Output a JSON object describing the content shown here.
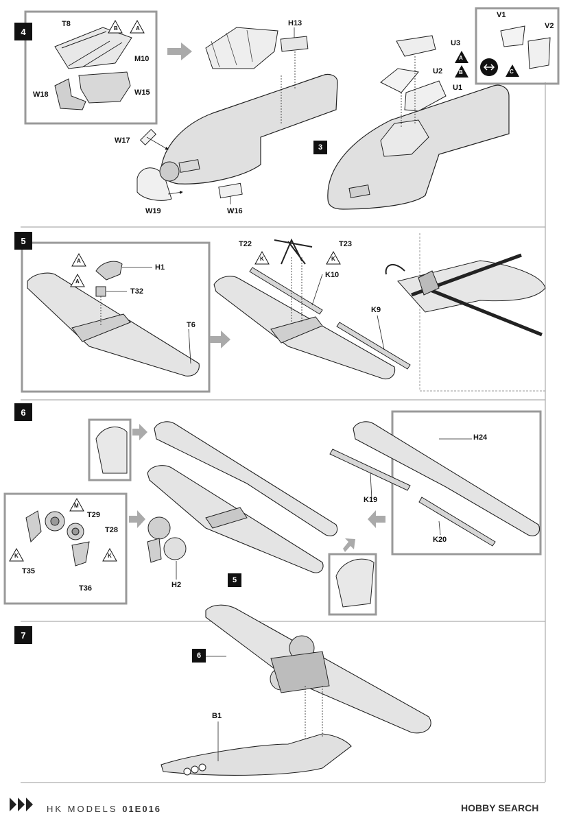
{
  "steps": {
    "s4": "4",
    "s5": "5",
    "s6": "6",
    "s7": "7",
    "ref3": "3",
    "ref5": "5",
    "ref6": "6"
  },
  "labels": {
    "T8": "T8",
    "M10": "M10",
    "W18": "W18",
    "W15": "W15",
    "H13": "H13",
    "W17": "W17",
    "W19": "W19",
    "W16": "W16",
    "V1": "V1",
    "V2": "V2",
    "U3": "U3",
    "U2": "U2",
    "U1": "U1",
    "H1": "H1",
    "T32": "T32",
    "T6": "T6",
    "T22": "T22",
    "T23": "T23",
    "K10": "K10",
    "K9": "K9",
    "H24": "H24",
    "K19": "K19",
    "K20": "K20",
    "T29": "T29",
    "T28": "T28",
    "T35": "T35",
    "T36": "T36",
    "H2": "H2",
    "B1": "B1"
  },
  "markers": {
    "A": "A",
    "B": "B",
    "C": "C",
    "K": "K",
    "M": "M"
  },
  "footer": {
    "brand": "HK MODELS",
    "code": "01E016",
    "watermark": "HOBBY SEARCH",
    "logo_text": "HK MODELS"
  }
}
